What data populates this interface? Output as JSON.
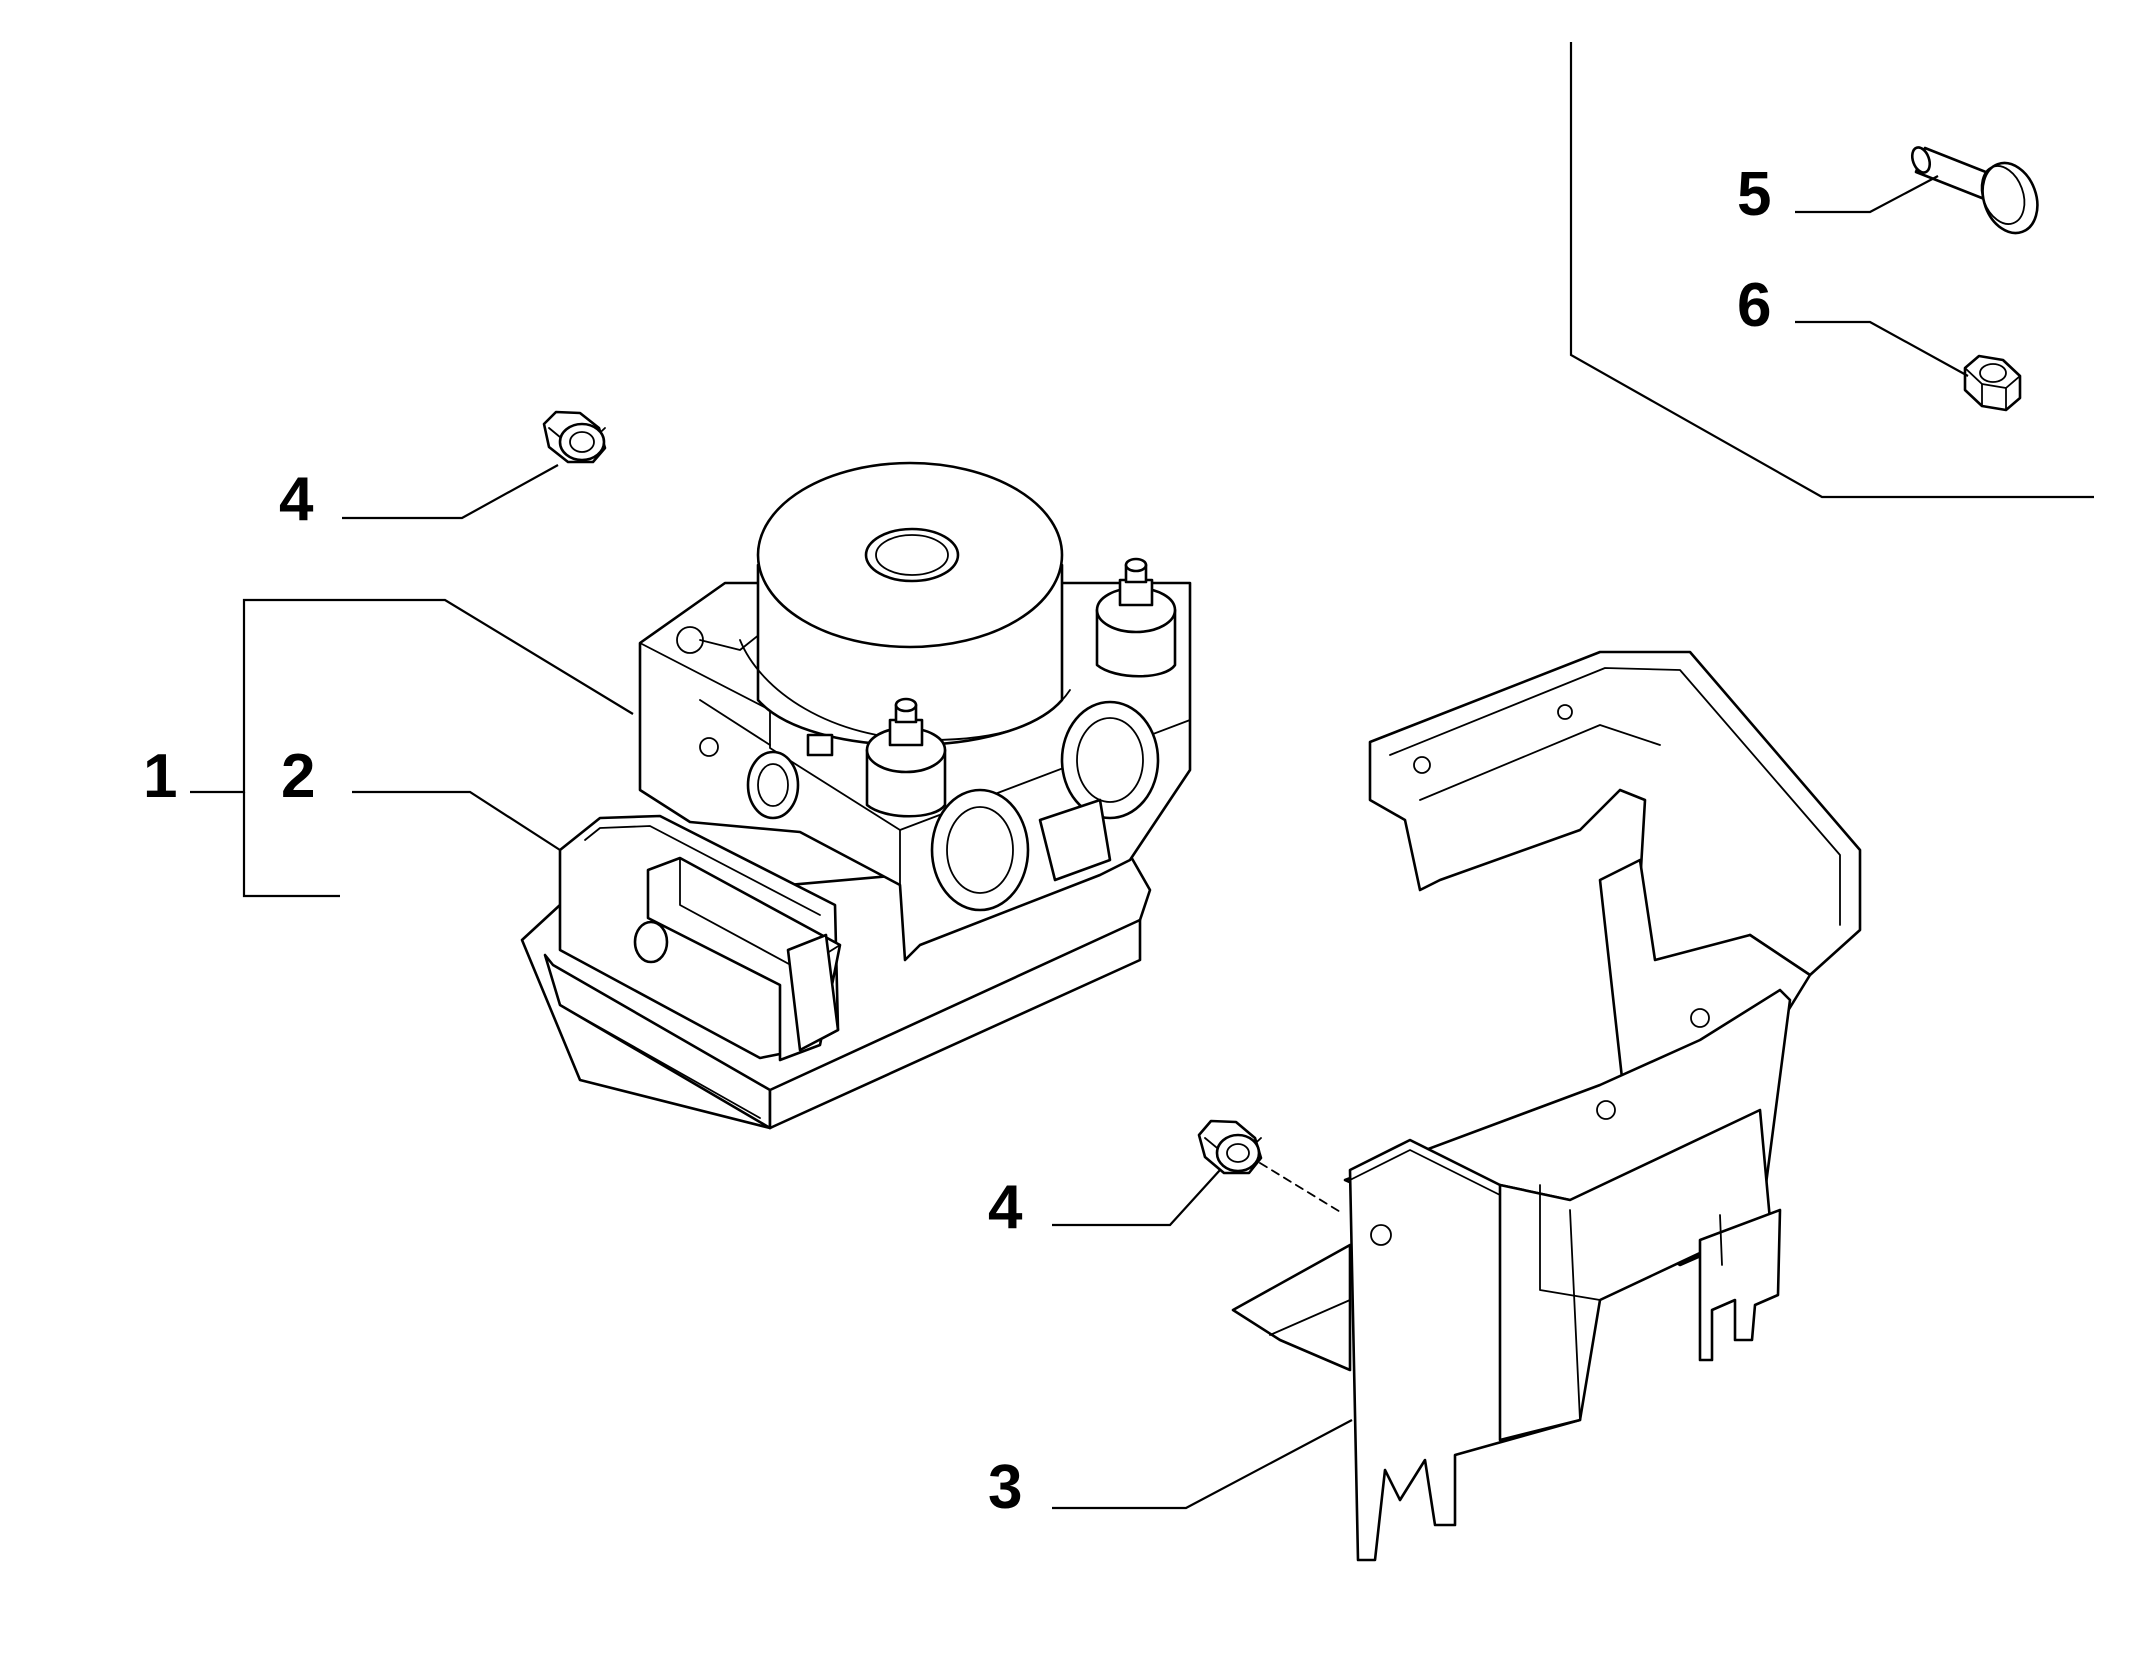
{
  "diagram": {
    "callouts": [
      {
        "id": "callout-1",
        "label": "1"
      },
      {
        "id": "callout-2",
        "label": "2"
      },
      {
        "id": "callout-3",
        "label": "3"
      },
      {
        "id": "callout-4a",
        "label": "4"
      },
      {
        "id": "callout-4b",
        "label": "4"
      },
      {
        "id": "callout-5",
        "label": "5"
      },
      {
        "id": "callout-6",
        "label": "6"
      }
    ],
    "line_color": "#000000",
    "background": "#ffffff"
  }
}
